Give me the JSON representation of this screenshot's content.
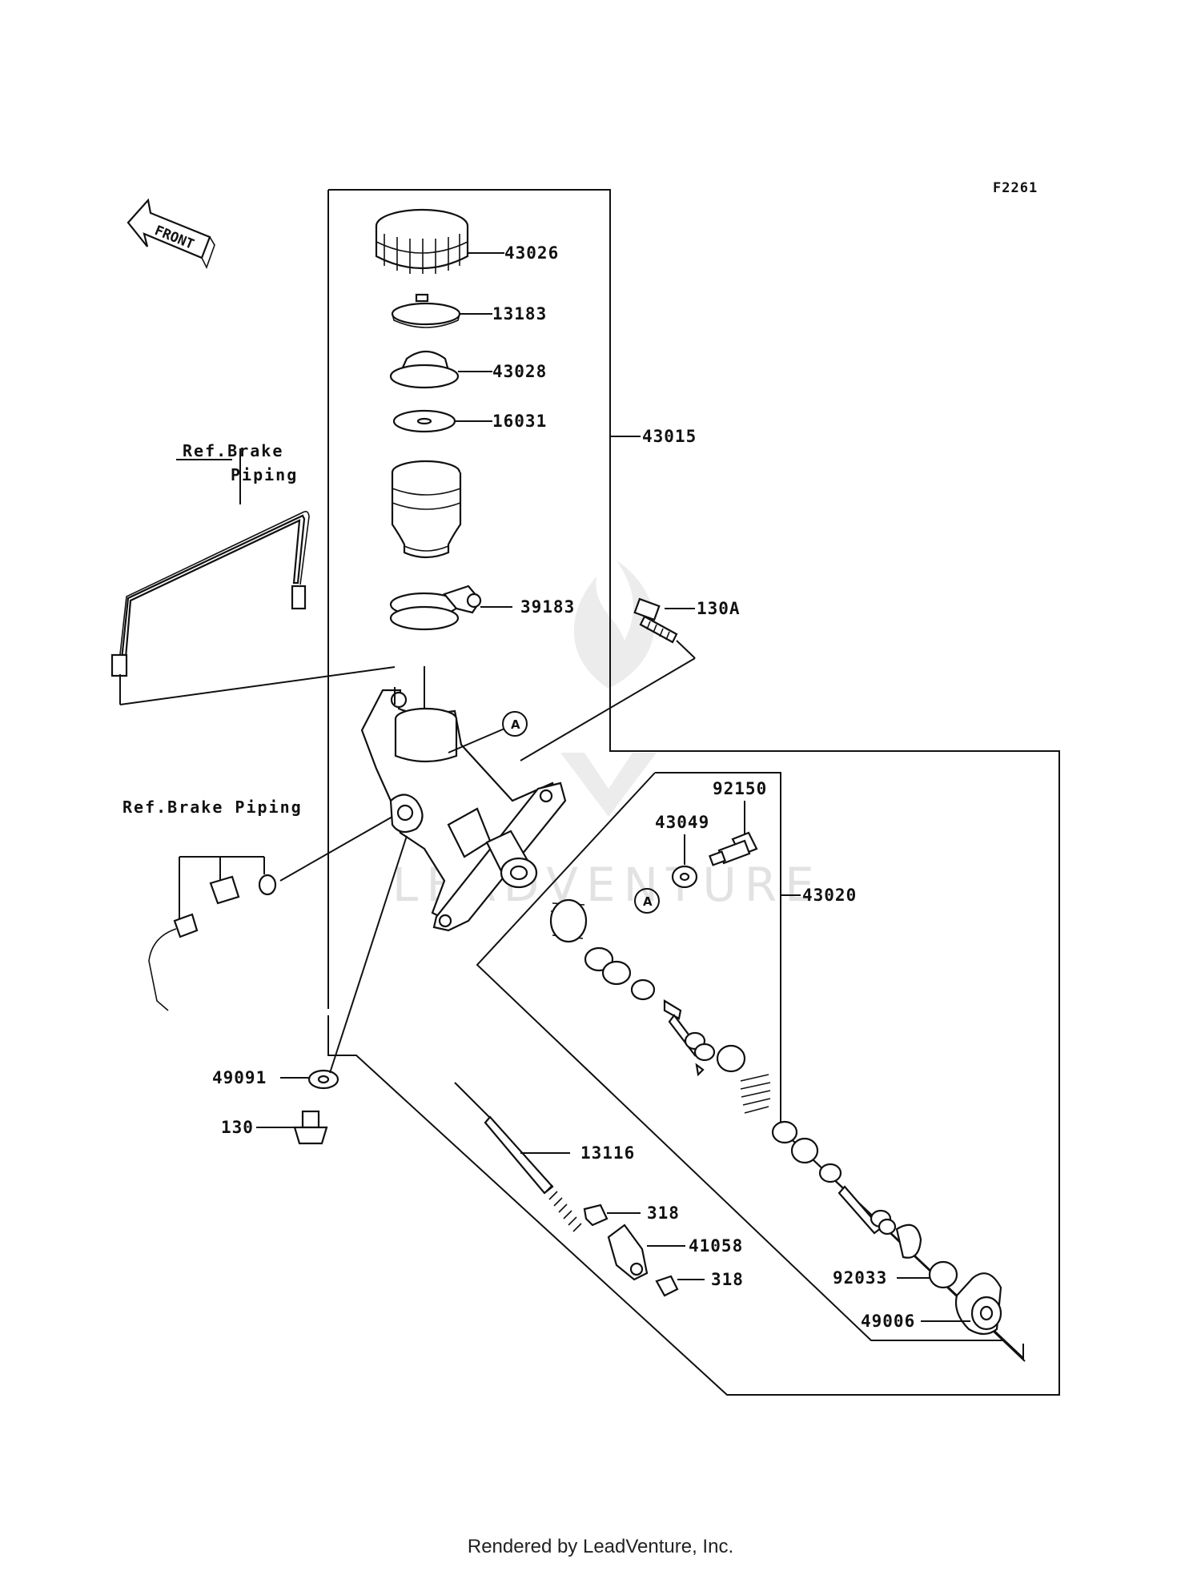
{
  "diagram_code": "F2261",
  "direction_label": "FRONT",
  "watermark": "LEADVENTURE",
  "footer": "Rendered by LeadVenture, Inc.",
  "ref_notes": {
    "brake_piping_top_line1": "Ref.Brake",
    "brake_piping_top_line2": "Piping",
    "brake_piping_mid": "Ref.Brake Piping"
  },
  "callout_marker": "A",
  "parts": {
    "p43026": "43026",
    "p13183": "13183",
    "p43028": "43028",
    "p16031": "16031",
    "p43015": "43015",
    "p39183": "39183",
    "p130A": "130A",
    "p92150": "92150",
    "p43049": "43049",
    "p43020": "43020",
    "p49091": "49091",
    "p130": "130",
    "p13116": "13116",
    "p318a": "318",
    "p41058": "41058",
    "p318b": "318",
    "p92033": "92033",
    "p49006": "49006"
  }
}
